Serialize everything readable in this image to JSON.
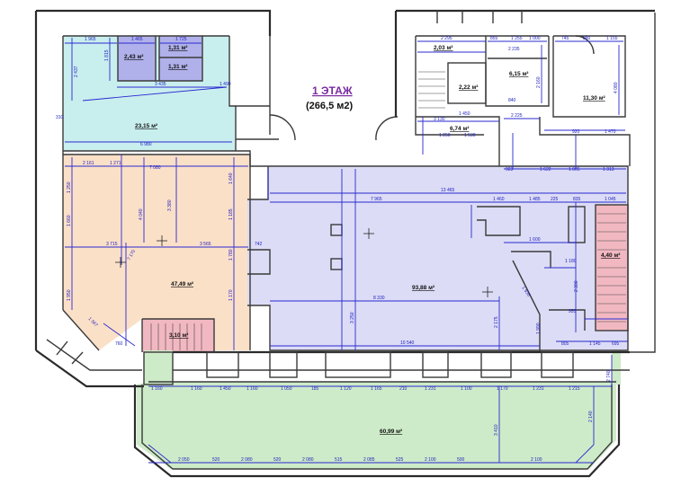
{
  "title": {
    "floor": "1 ЭТАЖ",
    "total": "(266,5 м2)"
  },
  "colors": {
    "cyan_room": "#c9eeee",
    "peach_room": "#fbe0c8",
    "lavender_room": "#dcdcf6",
    "green_room": "#cdebc8",
    "pink_stair": "#f2b8c2",
    "small_purple": "#b0b0ea",
    "dimension_blue": "#2a2ad0"
  },
  "rooms": [
    {
      "id": "cyan",
      "label": "23,15 м²"
    },
    {
      "id": "small_a",
      "label": "2,43 м²"
    },
    {
      "id": "small_b",
      "label": "1,31 м²"
    },
    {
      "id": "small_c",
      "label": "1,31 м²"
    },
    {
      "id": "peach",
      "label": "47,49 м²"
    },
    {
      "id": "stair_left",
      "label": "3,10 м²"
    },
    {
      "id": "lavender",
      "label": "93,88 м²"
    },
    {
      "id": "stair_right",
      "label": "4,40 м²"
    },
    {
      "id": "green",
      "label": "60,99 м²"
    },
    {
      "id": "r203",
      "label": "2,03 м²"
    },
    {
      "id": "r222",
      "label": "2,22 м²"
    },
    {
      "id": "r615",
      "label": "6,15 м²"
    },
    {
      "id": "r674",
      "label": "6,74 м²"
    },
    {
      "id": "r1130",
      "label": "11,30 м²"
    }
  ],
  "dimensions": {
    "d1965": "1 965",
    "d1465": "1 465",
    "d1725": "1 725",
    "d2437": "2 437",
    "d1815": "1 815",
    "d3435": "3 435",
    "d1490": "1 490",
    "d310": "310",
    "d6980": "6 980",
    "d2161": "2 161",
    "d1271": "1 271",
    "d7080": "7 080",
    "d3380": "3 380",
    "d4040": "4 040",
    "d1250": "1 250",
    "d1640": "1 640",
    "d1660": "1 660",
    "d1185": "1 185",
    "d3715": "3 715",
    "d3565": "3 565",
    "d742": "742",
    "d1780": "1 780",
    "d1170": "1 170",
    "d1950": "1 950",
    "d1567": "1 567",
    "d760": "760",
    "d7170": "7 170",
    "d13465": "13 465",
    "d7965": "7 965",
    "d1460": "1 460",
    "d1485": "1 485",
    "d225": "225",
    "d835": "835",
    "d1045": "1 045",
    "d1600": "1 600",
    "d1180": "1 180",
    "d2300": "2 300",
    "d8330": "8 330",
    "d10540": "10 540",
    "d2175": "2 175",
    "d3250": "3 250",
    "d1990": "1 990",
    "d805": "805",
    "d1145": "1 145",
    "d695": "695",
    "d955": "955",
    "d1935": "1 935",
    "b1160a": "1 160",
    "b1160b": "1 160",
    "b1450": "1 450",
    "b1160c": "1 160",
    "b1050": "1 050",
    "b185": "185",
    "b1120": "1 120",
    "b1165": "1 165",
    "b210": "210",
    "b1231": "1 231",
    "b1100": "1 100",
    "b1170": "1 170",
    "b1231b": "1 231",
    "b1215": "1 215",
    "b2050": "2 050",
    "b520a": "520",
    "b2080": "2 080",
    "b520b": "520",
    "b2080b": "2 080",
    "b515": "515",
    "b2085": "2 085",
    "b525": "525",
    "b2100": "2 100",
    "b2100b": "2 100",
    "b500": "500",
    "b3410": "3 410",
    "b2140": "2 140",
    "b2740": "2 740",
    "t2295": "2 295",
    "t855": "855",
    "t1255": "1 255",
    "t1000": "1 000",
    "t745": "745",
    "t880": "880",
    "t1155": "1 155",
    "t2235": "2 235",
    "t2160": "2 160",
    "t4080": "4 080",
    "t1450": "1 450",
    "t3130": "3 130",
    "t1250": "1 250",
    "t1530": "1 530",
    "t920": "920",
    "t1470": "1 470",
    "t923": "923",
    "t1622": "1 622",
    "t1805": "1 805",
    "t1313": "1 313",
    "t2225": "2 225",
    "t840": "840"
  }
}
